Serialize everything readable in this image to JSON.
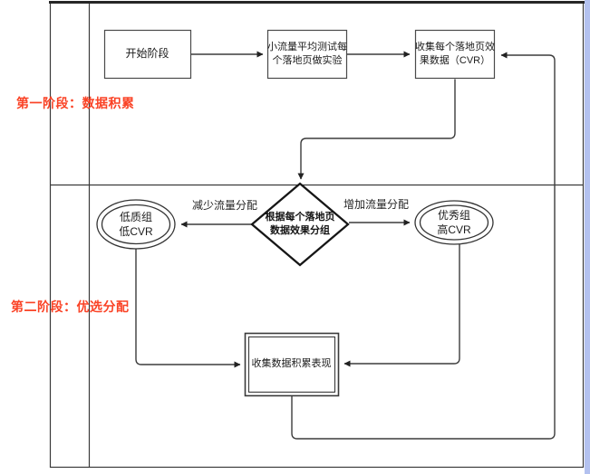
{
  "diagram": {
    "phase1_label": "第一阶段：数据积累",
    "phase2_label": "第二阶段：优选分配",
    "nodes": {
      "start": "开始阶段",
      "test": "小流量平均测试每\n个落地页做实验",
      "collect_cvr": "收集每个落地页效\n果数据（CVR）",
      "decision": "根据每个落地页\n数据效果分组",
      "low_group": "低质组\n低CVR",
      "high_group": "优秀组\n高CVR",
      "accumulate": "收集数据积累表现"
    },
    "edge_labels": {
      "decrease": "减少流量分配",
      "increase": "增加流量分配"
    },
    "colors": {
      "phase_label": "#fa4326",
      "line": "#3c3c3c",
      "node_fill": "#ffffff",
      "canvas_strip": "#b3c1ef"
    }
  }
}
